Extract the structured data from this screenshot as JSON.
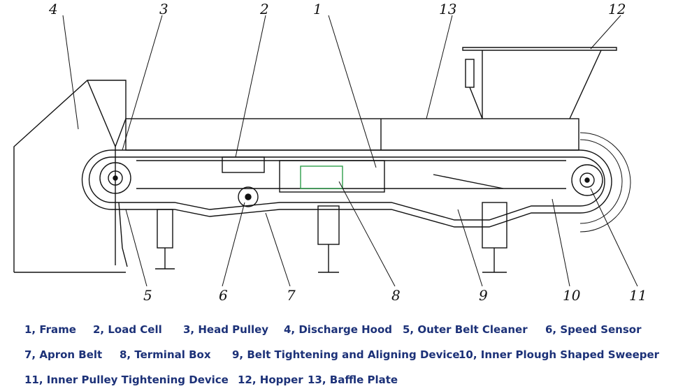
{
  "callouts": [
    "1",
    "2",
    "3",
    "4",
    "5",
    "6",
    "7",
    "8",
    "9",
    "10",
    "11",
    "12",
    "13"
  ],
  "legend": {
    "row1": [
      "1, Frame",
      "2, Load Cell",
      "3, Head Pulley",
      "4, Discharge Hood",
      "5, Outer Belt Cleaner",
      "6, Speed Sensor"
    ],
    "row2": [
      "7, Apron Belt",
      "8, Terminal Box",
      "9, Belt Tightening and Aligning Device",
      "10, Inner Plough Shaped Sweeper"
    ],
    "row3": [
      "11, Inner Pulley Tightening Device",
      "12, Hopper",
      "13, Baffle Plate"
    ]
  },
  "colors": {
    "legend_text": "#1c3178",
    "line": "#111111",
    "terminal_box": "#2e9e4a"
  }
}
